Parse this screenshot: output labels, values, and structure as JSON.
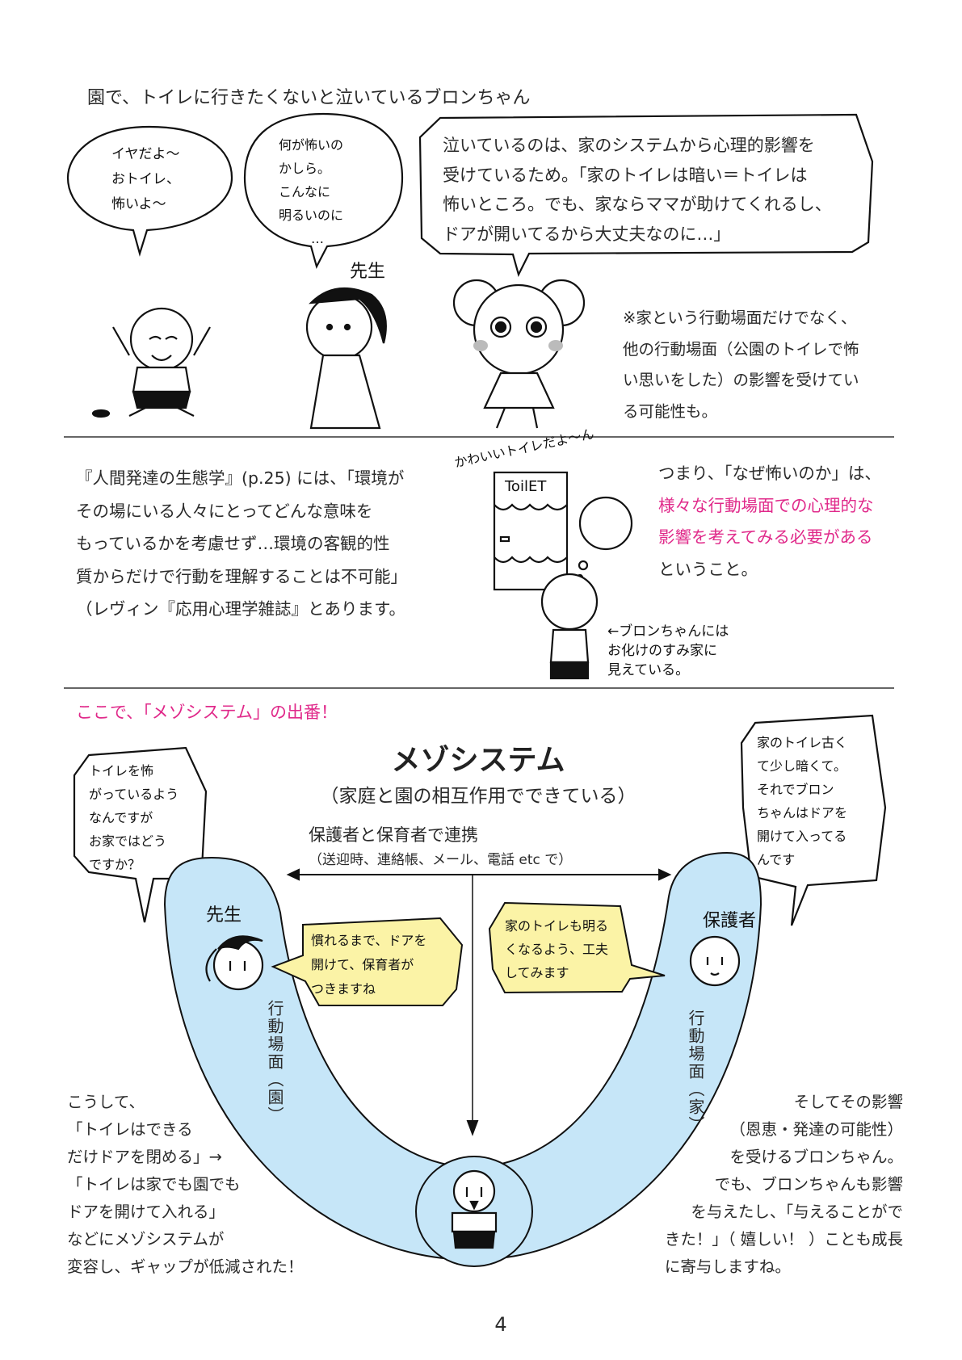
{
  "page_number": "4",
  "section1": {
    "title": "園で、トイレに行きたくないと泣いているブロンちゃん",
    "child_bubble": [
      "イヤだよ〜",
      "おトイレ、",
      "怖いよ〜"
    ],
    "teacher_bubble": [
      "何が怖いの",
      "かしら。",
      "こんなに",
      "明るいのに",
      "…"
    ],
    "teacher_label": "先生",
    "narration": [
      "泣いているのは、家のシステムから心理的影響を",
      "受けているため。「家のトイレは暗い＝トイレは",
      "怖いところ。でも、家ならママが助けてくれるし、",
      "ドアが開いてるから大丈夫なのに…」"
    ],
    "note": [
      "※家という行動場面だけでなく、",
      "他の行動場面（公園のトイレで怖",
      "い思いをした）の影響を受けてい",
      "る可能性も。"
    ]
  },
  "section2": {
    "citation": [
      "『人間発達の生態学』(p.25) には、「環境が",
      "その場にいる人々にとってどんな意味を",
      "もっているかを考慮せず…環境の客観的性",
      "質からだけで行動を理解することは不可能」",
      "（レヴィン『応用心理学雑誌』とあります。"
    ],
    "toilet_caption": "かわいいトイレだよ〜ん",
    "toilet_sign": "ToilET",
    "bron_caption": [
      "←ブロンちゃんには",
      "お化けのすみ家に",
      "見えている。"
    ],
    "conclusion_intro": "つまり、「なぜ怖いのか」は、",
    "conclusion_highlight": [
      "様々な行動場面での心理的な",
      "影響を考えてみる必要がある"
    ],
    "conclusion_end": "ということ。"
  },
  "section3": {
    "heading": "ここで、「メゾシステム」の出番！",
    "diagram_title": "メゾシステム",
    "diagram_subtitle": "（家庭と園の相互作用でできている）",
    "link_label": "保護者と保育者で連携",
    "link_sublabel": "（送迎時、連絡帳、メール、電話 etc で）",
    "teacher_question": [
      "トイレを怖",
      "がっているよう",
      "なんですが",
      "お家ではどう",
      "ですか？"
    ],
    "parent_answer": [
      "家のトイレ古く",
      "て少し暗くて。",
      "それでブロン",
      "ちゃんはドアを",
      "開けて入ってる",
      "んです"
    ],
    "teacher_label": "先生",
    "parent_label": "保護者",
    "teacher_offer": [
      "慣れるまで、ドアを",
      "開けて、保育者が",
      "つきますね"
    ],
    "parent_offer": [
      "家のトイレも明る",
      "くなるよう、工夫",
      "してみます"
    ],
    "setting_school": "行動場面（園）",
    "setting_home": "行動場面（家）",
    "result_left": [
      "こうして、",
      "「トイレはできる",
      "だけドアを閉める」→",
      "「トイレは家でも園でも",
      "ドアを開けて入れる」",
      "などにメゾシステムが",
      "変容し、ギャップが低減された！"
    ],
    "result_right": [
      "そしてその影響",
      "（恩恵・発達の可能性）",
      "を受けるブロンちゃん。",
      "でも、ブロンちゃんも影響",
      "を与えたし、「与えることがで",
      "きた！」（ 嬉しい！ ）ことも成長",
      "に寄与しますね。"
    ]
  },
  "colors": {
    "highlight": "#e0298a",
    "band": "#c6e6f8",
    "yellow_bubble": "#fbf3a6",
    "ink": "#111111"
  }
}
